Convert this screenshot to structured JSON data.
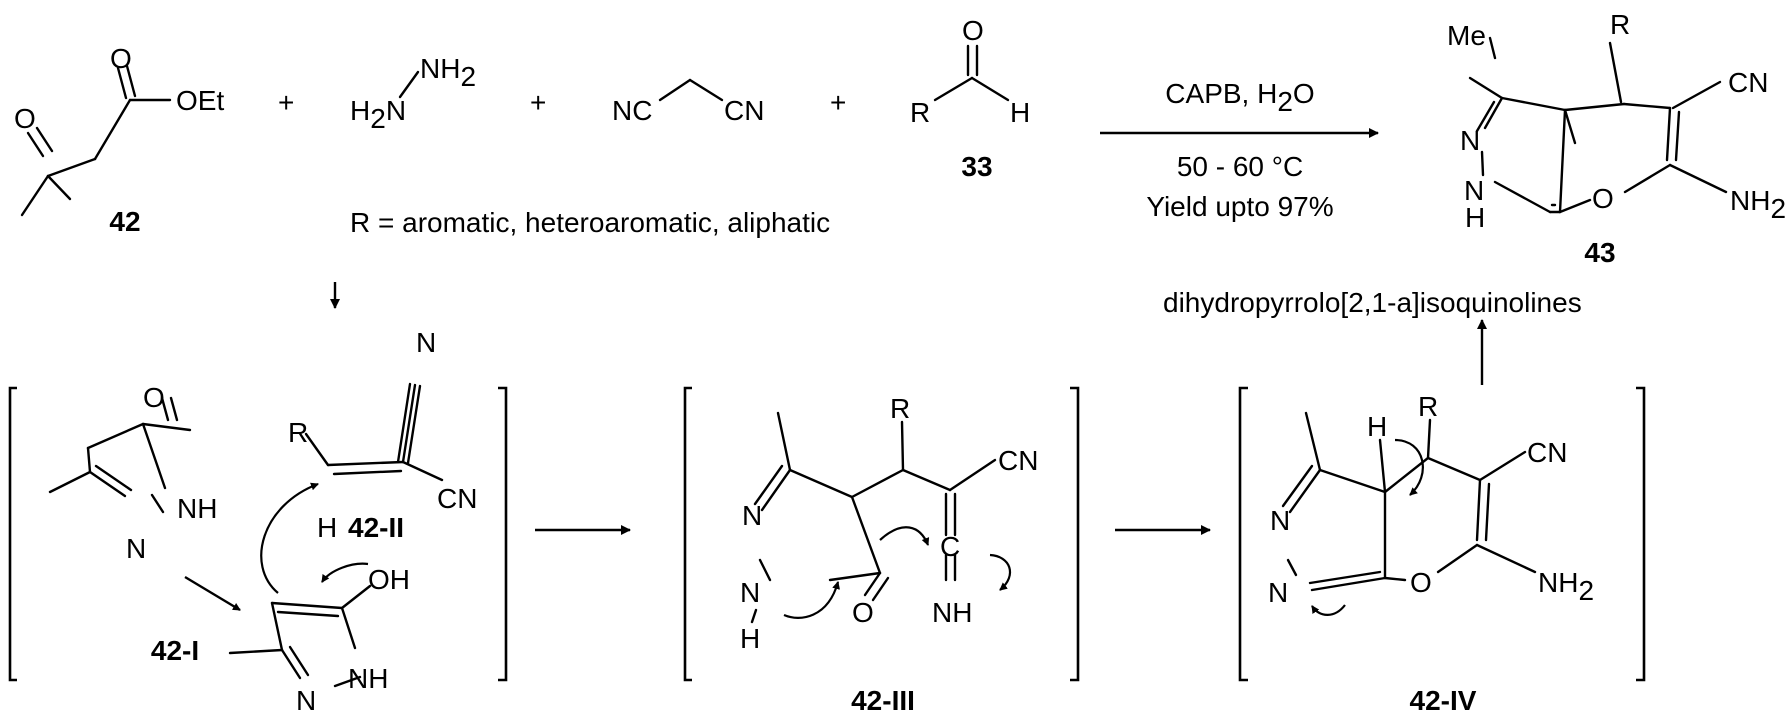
{
  "labels": {
    "ethyl": "OEt",
    "methyl": "Me",
    "r": "R",
    "o": "O",
    "oh": "OH",
    "h": "H",
    "n": "N",
    "nh": "NH",
    "nh2": "NH",
    "h2": "H",
    "cn": "CN",
    "nc": "NC",
    "c": "C",
    "two": "2",
    "plus": "+"
  },
  "compounds": {
    "c42": "42",
    "c33": "33",
    "c43": "43",
    "c42i": "42-I",
    "c42ii": "42-II",
    "c42iii": "42-III",
    "c42iv": "42-IV"
  },
  "conditions": {
    "reagent_a": "CAPB, H",
    "reagent_sub": "2",
    "reagent_b": "O",
    "temperature": "50 - 60 °C",
    "yield": "Yield upto 97%"
  },
  "r_definition": "R = aromatic, heteroaromatic, aliphatic",
  "product_class": "dihydropyrrolo[2,1-a]isoquinolines"
}
